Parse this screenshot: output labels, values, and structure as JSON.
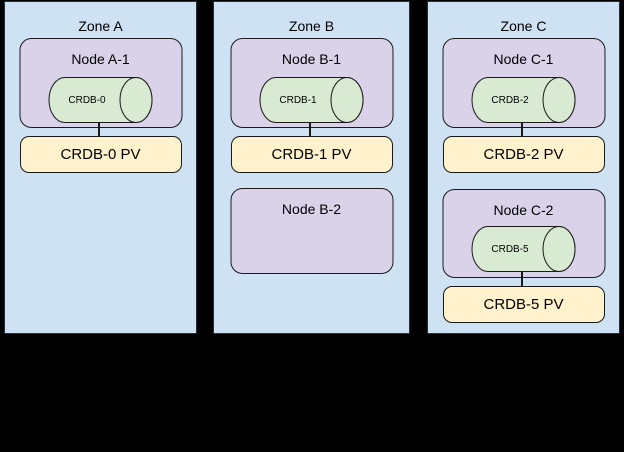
{
  "diagram": {
    "background_color": "#000000",
    "zone_fill": "#cfe2f3",
    "node_fill": "#d9d2e9",
    "db_fill": "#d9ead3",
    "pv_fill": "#fff2cc",
    "border_color": "#1a1a1a",
    "zones": [
      {
        "title": "Zone A",
        "nodes": [
          {
            "title": "Node A-1",
            "db": {
              "label": "CRDB-0"
            },
            "pv": {
              "label": "CRDB-0 PV"
            }
          }
        ]
      },
      {
        "title": "Zone B",
        "nodes": [
          {
            "title": "Node B-1",
            "db": {
              "label": "CRDB-1"
            },
            "pv": {
              "label": "CRDB-1 PV"
            }
          },
          {
            "title": "Node B-2"
          }
        ]
      },
      {
        "title": "Zone C",
        "nodes": [
          {
            "title": "Node C-1",
            "db": {
              "label": "CRDB-2"
            },
            "pv": {
              "label": "CRDB-2 PV"
            }
          },
          {
            "title": "Node C-2",
            "db": {
              "label": "CRDB-5"
            },
            "pv": {
              "label": "CRDB-5 PV"
            }
          }
        ]
      }
    ]
  }
}
